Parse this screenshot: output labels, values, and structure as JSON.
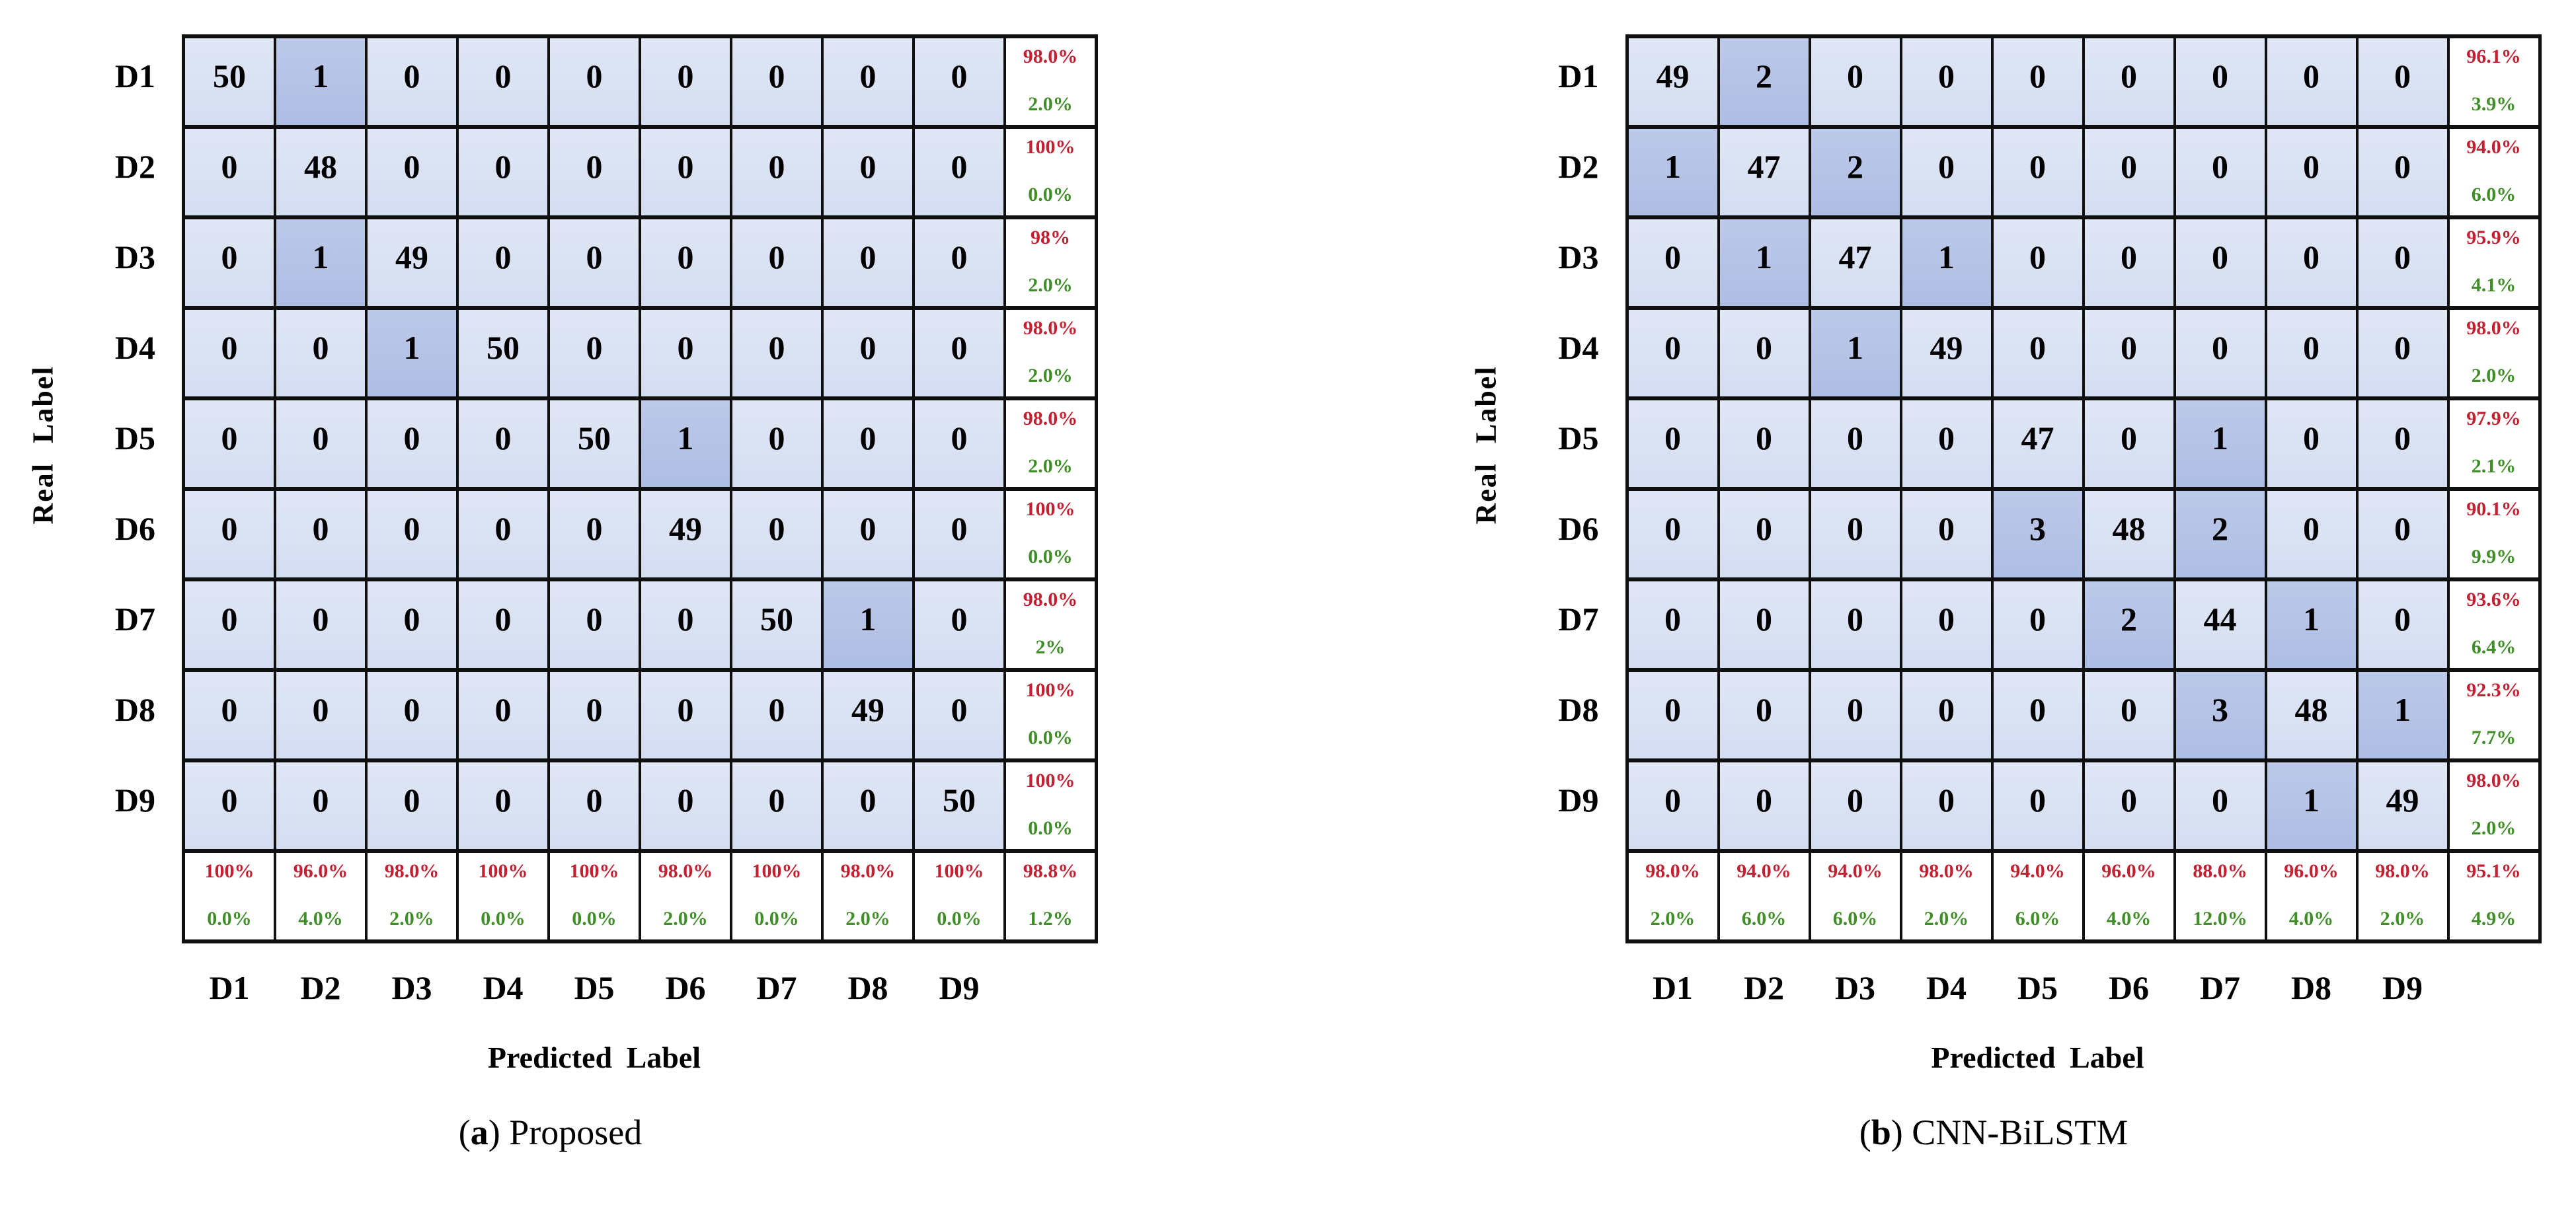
{
  "colors": {
    "border": "#0f0f0f",
    "cell_light_top": "#e0e6f5",
    "cell_light_bottom": "#d4def1",
    "cell_dark_top": "#bdc9e9",
    "cell_dark_bottom": "#aebde4",
    "summary_positive_red": "#c32132",
    "summary_negative_green": "#3f8e28"
  },
  "chart_data": [
    {
      "type": "heatmap",
      "caption": {
        "open": "(",
        "letter": "a",
        "close": ")",
        "text": "Proposed"
      },
      "xlabel": "Predicted Label",
      "ylabel": "Real Label",
      "categories_x": [
        "D1",
        "D2",
        "D3",
        "D4",
        "D5",
        "D6",
        "D7",
        "D8",
        "D9"
      ],
      "categories_y": [
        "D1",
        "D2",
        "D3",
        "D4",
        "D5",
        "D6",
        "D7",
        "D8",
        "D9"
      ],
      "matrix": [
        [
          50,
          1,
          0,
          0,
          0,
          0,
          0,
          0,
          0
        ],
        [
          0,
          48,
          0,
          0,
          0,
          0,
          0,
          0,
          0
        ],
        [
          0,
          1,
          49,
          0,
          0,
          0,
          0,
          0,
          0
        ],
        [
          0,
          0,
          1,
          50,
          0,
          0,
          0,
          0,
          0
        ],
        [
          0,
          0,
          0,
          0,
          50,
          1,
          0,
          0,
          0
        ],
        [
          0,
          0,
          0,
          0,
          0,
          49,
          0,
          0,
          0
        ],
        [
          0,
          0,
          0,
          0,
          0,
          0,
          50,
          1,
          0
        ],
        [
          0,
          0,
          0,
          0,
          0,
          0,
          0,
          49,
          0
        ],
        [
          0,
          0,
          0,
          0,
          0,
          0,
          0,
          0,
          50
        ]
      ],
      "row_summary": [
        [
          "98.0%",
          "2.0%"
        ],
        [
          "100%",
          "0.0%"
        ],
        [
          "98%",
          "2.0%"
        ],
        [
          "98.0%",
          "2.0%"
        ],
        [
          "98.0%",
          "2.0%"
        ],
        [
          "100%",
          "0.0%"
        ],
        [
          "98.0%",
          "2%"
        ],
        [
          "100%",
          "0.0%"
        ],
        [
          "100%",
          "0.0%"
        ]
      ],
      "col_summary": [
        [
          "100%",
          "0.0%"
        ],
        [
          "96.0%",
          "4.0%"
        ],
        [
          "98.0%",
          "2.0%"
        ],
        [
          "100%",
          "0.0%"
        ],
        [
          "100%",
          "0.0%"
        ],
        [
          "98.0%",
          "2.0%"
        ],
        [
          "100%",
          "0.0%"
        ],
        [
          "98.0%",
          "2.0%"
        ],
        [
          "100%",
          "0.0%"
        ]
      ],
      "overall_summary": [
        "98.8%",
        "1.2%"
      ],
      "cell_shading_rule": "off-diagonal non-zero cells shaded darker blue",
      "legend": "none"
    },
    {
      "type": "heatmap",
      "caption": {
        "open": "(",
        "letter": "b",
        "close": ")",
        "text": "CNN-BiLSTM"
      },
      "xlabel": "Predicted Label",
      "ylabel": "Real Label",
      "categories_x": [
        "D1",
        "D2",
        "D3",
        "D4",
        "D5",
        "D6",
        "D7",
        "D8",
        "D9"
      ],
      "categories_y": [
        "D1",
        "D2",
        "D3",
        "D4",
        "D5",
        "D6",
        "D7",
        "D8",
        "D9"
      ],
      "matrix": [
        [
          49,
          2,
          0,
          0,
          0,
          0,
          0,
          0,
          0
        ],
        [
          1,
          47,
          2,
          0,
          0,
          0,
          0,
          0,
          0
        ],
        [
          0,
          1,
          47,
          1,
          0,
          0,
          0,
          0,
          0
        ],
        [
          0,
          0,
          1,
          49,
          0,
          0,
          0,
          0,
          0
        ],
        [
          0,
          0,
          0,
          0,
          47,
          0,
          1,
          0,
          0
        ],
        [
          0,
          0,
          0,
          0,
          3,
          48,
          2,
          0,
          0
        ],
        [
          0,
          0,
          0,
          0,
          0,
          2,
          44,
          1,
          0
        ],
        [
          0,
          0,
          0,
          0,
          0,
          0,
          3,
          48,
          1
        ],
        [
          0,
          0,
          0,
          0,
          0,
          0,
          0,
          1,
          49
        ]
      ],
      "row_summary": [
        [
          "96.1%",
          "3.9%"
        ],
        [
          "94.0%",
          "6.0%"
        ],
        [
          "95.9%",
          "4.1%"
        ],
        [
          "98.0%",
          "2.0%"
        ],
        [
          "97.9%",
          "2.1%"
        ],
        [
          "90.1%",
          "9.9%"
        ],
        [
          "93.6%",
          "6.4%"
        ],
        [
          "92.3%",
          "7.7%"
        ],
        [
          "98.0%",
          "2.0%"
        ]
      ],
      "col_summary": [
        [
          "98.0%",
          "2.0%"
        ],
        [
          "94.0%",
          "6.0%"
        ],
        [
          "94.0%",
          "6.0%"
        ],
        [
          "98.0%",
          "2.0%"
        ],
        [
          "94.0%",
          "6.0%"
        ],
        [
          "96.0%",
          "4.0%"
        ],
        [
          "88.0%",
          "12.0%"
        ],
        [
          "96.0%",
          "4.0%"
        ],
        [
          "98.0%",
          "2.0%"
        ]
      ],
      "overall_summary": [
        "95.1%",
        "4.9%"
      ],
      "cell_shading_rule": "off-diagonal non-zero cells shaded darker blue",
      "legend": "none"
    }
  ]
}
